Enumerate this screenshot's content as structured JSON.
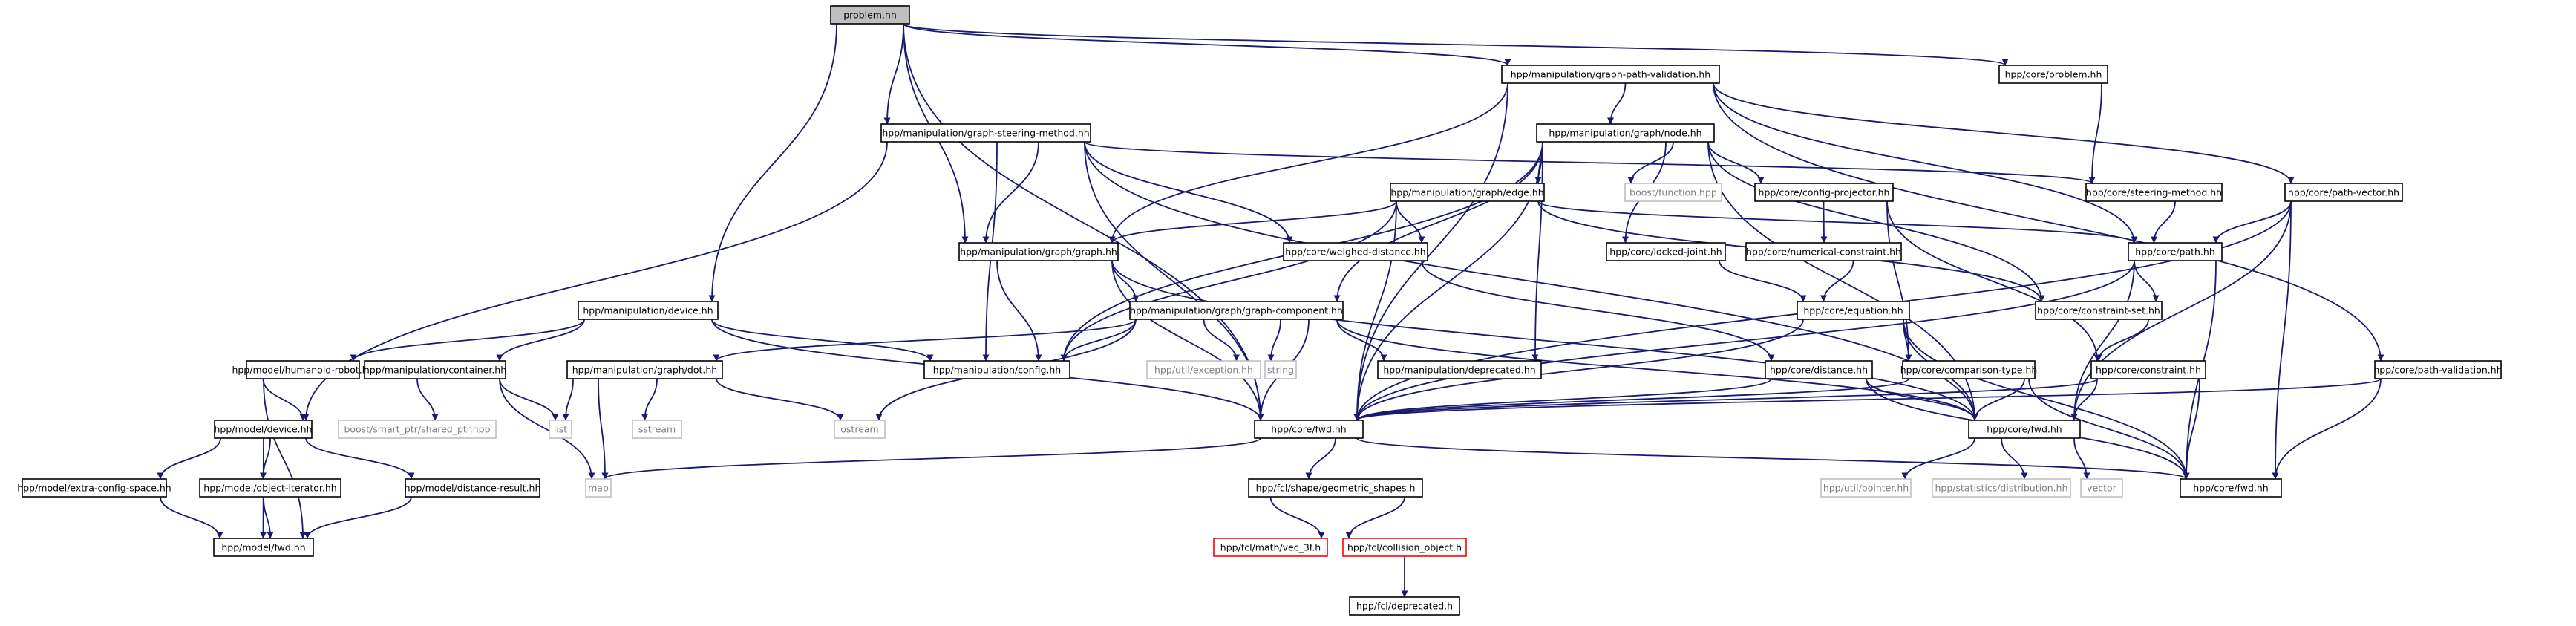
{
  "colors": {
    "edge": "#191970",
    "root_fill": "#bfbfbf",
    "node_border": "#000000",
    "external_border": "#bfbfbf",
    "missing_border": "#ff0000",
    "external_text": "#808080"
  },
  "nodes": {
    "problem_hh": "problem.hh",
    "graph_path_validation": "hpp/manipulation/graph-path-validation.hh",
    "core_problem": "hpp/core/problem.hh",
    "graph_steering_method": "hpp/manipulation/graph-steering-method.hh",
    "graph_node": "hpp/manipulation/graph/node.hh",
    "boost_function": "boost/function.hpp",
    "config_projector": "hpp/core/config-projector.hh",
    "steering_method": "hpp/core/steering-method.hh",
    "path_vector": "hpp/core/path-vector.hh",
    "graph_edge": "hpp/manipulation/graph/edge.hh",
    "graph_graph": "hpp/manipulation/graph/graph.hh",
    "weighed_distance": "hpp/core/weighed-distance.hh",
    "locked_joint": "hpp/core/locked-joint.hh",
    "numerical_constraint": "hpp/core/numerical-constraint.hh",
    "core_path": "hpp/core/path.hh",
    "manip_device": "hpp/manipulation/device.hh",
    "graph_component": "hpp/manipulation/graph/graph-component.hh",
    "core_equation": "hpp/core/equation.hh",
    "constraint_set": "hpp/core/constraint-set.hh",
    "humanoid_robot": "hpp/model/humanoid-robot.hh",
    "manip_container": "hpp/manipulation/container.hh",
    "graph_dot": "hpp/manipulation/graph/dot.hh",
    "manip_config": "hpp/manipulation/config.hh",
    "util_exception": "hpp/util/exception.hh",
    "string": "string",
    "manip_deprecated": "hpp/manipulation/deprecated.hh",
    "core_distance": "hpp/core/distance.hh",
    "comparison_type": "hpp/core/comparison-type.hh",
    "core_constraint": "hpp/core/constraint.hh",
    "path_validation": "hpp/core/path-validation.hh",
    "boost_shared_ptr": "boost/smart_ptr/shared_ptr.hpp",
    "list": "list",
    "sstream": "sstream",
    "model_device": "hpp/model/device.hh",
    "ostream": "ostream",
    "core_fwd": "hpp/core/fwd.hh",
    "constraints_fwd": "hpp/core/fwd.hh",
    "map": "map",
    "model_extra_config": "hpp/model/extra-config-space.hh",
    "object_iterator": "hpp/model/object-iterator.hh",
    "distance_result": "hpp/model/distance-result.hh",
    "fcl_geometric_shapes": "hpp/fcl/shape/geometric_shapes.h",
    "util_pointer": "hpp/util/pointer.hh",
    "statistics_distribution": "hpp/statistics/distribution.hh",
    "vector": "vector",
    "core_fwd2": "hpp/core/fwd.hh",
    "model_fwd": "hpp/model/fwd.hh",
    "fcl_vec3f": "hpp/fcl/math/vec_3f.h",
    "fcl_collision_object": "hpp/fcl/collision_object.h",
    "fcl_deprecated": "hpp/fcl/deprecated.h"
  }
}
